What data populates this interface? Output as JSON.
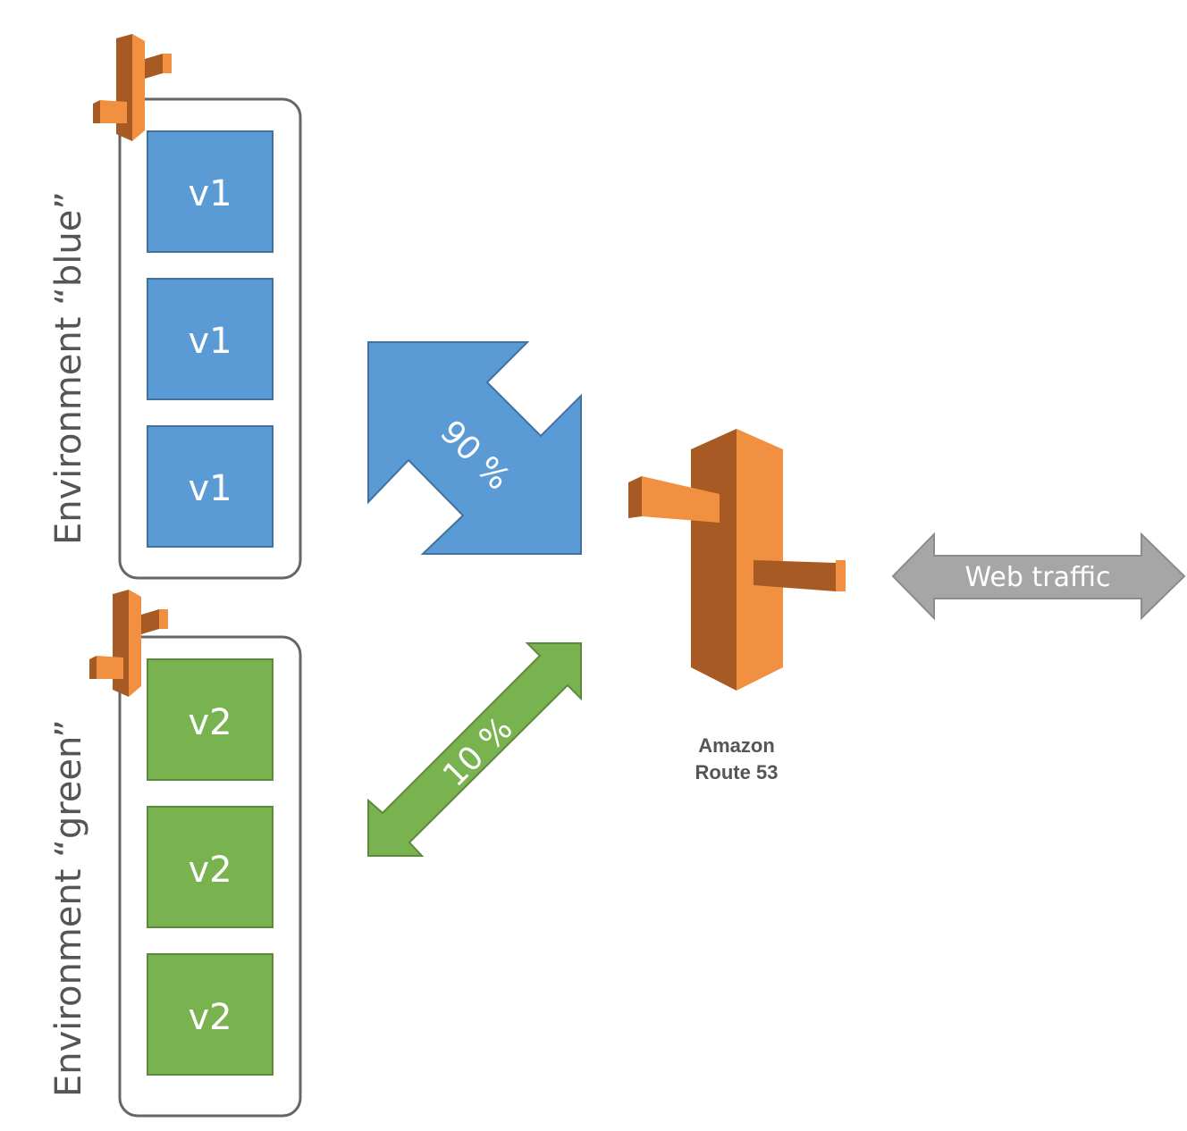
{
  "colors": {
    "blue": "#5b9bd5",
    "blue_border": "#41719c",
    "green": "#78b350",
    "green_border": "#5c8a3c",
    "orange_light": "#f19040",
    "orange_dark": "#a85a24",
    "gray_arrow": "#a6a6a6",
    "text_gray": "#555555"
  },
  "environments": [
    {
      "name": "blue",
      "label": "Environment “blue”",
      "instances": [
        {
          "label": "v1"
        },
        {
          "label": "v1"
        },
        {
          "label": "v1"
        }
      ]
    },
    {
      "name": "green",
      "label": "Environment “green”",
      "instances": [
        {
          "label": "v2"
        },
        {
          "label": "v2"
        },
        {
          "label": "v2"
        }
      ]
    }
  ],
  "traffic_split": [
    {
      "environment": "blue",
      "label": "90 %",
      "percent": 90
    },
    {
      "environment": "green",
      "label": "10 %",
      "percent": 10
    }
  ],
  "router": {
    "line1": "Amazon",
    "line2": "Route 53",
    "icon": "route53-icon"
  },
  "web_traffic": {
    "label": "Web traffic"
  }
}
